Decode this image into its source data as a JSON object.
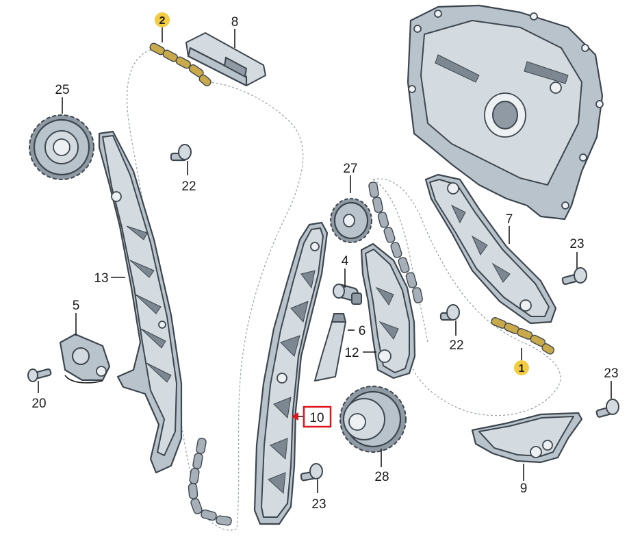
{
  "diagram": {
    "callouts": [
      {
        "id": "c1",
        "label": "1",
        "highlight": "yellow"
      },
      {
        "id": "c2",
        "label": "2",
        "highlight": "yellow"
      },
      {
        "id": "c4",
        "label": "4"
      },
      {
        "id": "c5",
        "label": "5"
      },
      {
        "id": "c6",
        "label": "6"
      },
      {
        "id": "c7",
        "label": "7"
      },
      {
        "id": "c8",
        "label": "8"
      },
      {
        "id": "c9",
        "label": "9"
      },
      {
        "id": "c10",
        "label": "10",
        "highlight": "red-box"
      },
      {
        "id": "c12",
        "label": "12"
      },
      {
        "id": "c13",
        "label": "13"
      },
      {
        "id": "c20",
        "label": "20"
      },
      {
        "id": "c22a",
        "label": "22"
      },
      {
        "id": "c22b",
        "label": "22"
      },
      {
        "id": "c23a",
        "label": "23"
      },
      {
        "id": "c23b",
        "label": "23"
      },
      {
        "id": "c23c",
        "label": "23"
      },
      {
        "id": "c25",
        "label": "25"
      },
      {
        "id": "c27",
        "label": "27"
      },
      {
        "id": "c28",
        "label": "28"
      }
    ],
    "colors": {
      "part_fill": "#b9c3cc",
      "outline": "#3d464e",
      "badge_yellow": "#f3cc3f",
      "highlight_red": "#e0131b",
      "background": "#ffffff"
    }
  }
}
